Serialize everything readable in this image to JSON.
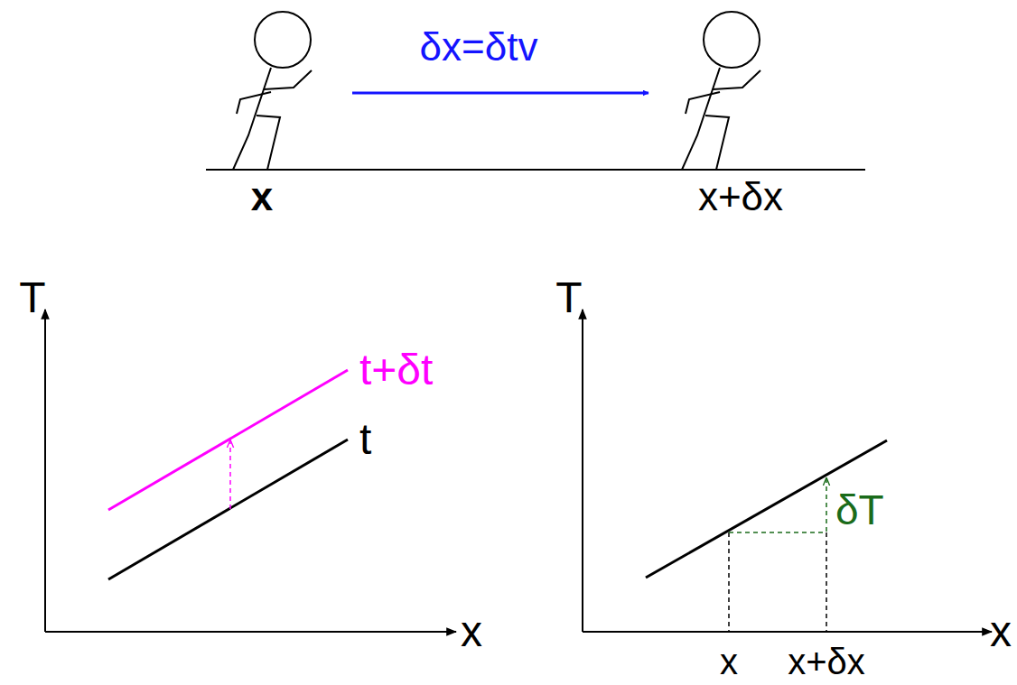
{
  "diagram": {
    "labels": [
      "δx=δtv",
      "x",
      "x+δx",
      "T",
      "x",
      "t+δt",
      "t",
      "T",
      "x",
      "δT",
      "x",
      "x+δx"
    ]
  }
}
